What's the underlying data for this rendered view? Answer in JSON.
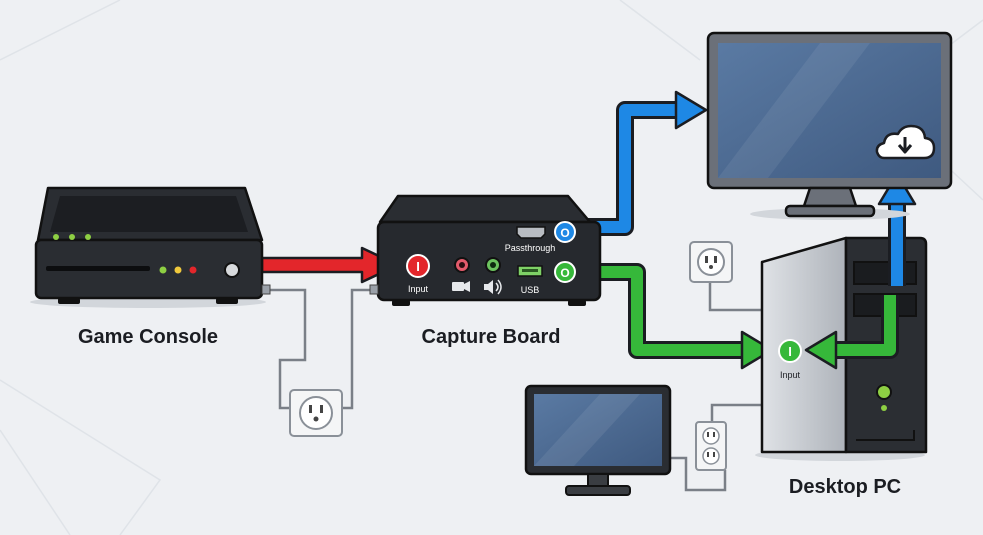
{
  "labels": {
    "game_console": "Game Console",
    "capture_board": "Capture Board",
    "desktop_pc": "Desktop PC"
  },
  "ports": {
    "capture_input_label": "Input",
    "capture_input_letter": "I",
    "passthrough_label": "Passthrough",
    "passthrough_letter": "O",
    "usb_label": "USB",
    "usb_letter": "O",
    "pc_input_label": "Input",
    "pc_input_letter": "I"
  },
  "colors": {
    "input_red": "#e3262b",
    "passthrough_blue": "#1e88e5",
    "usb_green": "#36b83a",
    "device_dark": "#1f2125",
    "monitor_screen": "#4f6c93",
    "pc_case": "#c8ccd2"
  },
  "icons": {
    "camera": "camera-icon",
    "speaker": "speaker-icon",
    "cloud_download": "cloud-download-icon",
    "outlet": "power-outlet-icon"
  }
}
